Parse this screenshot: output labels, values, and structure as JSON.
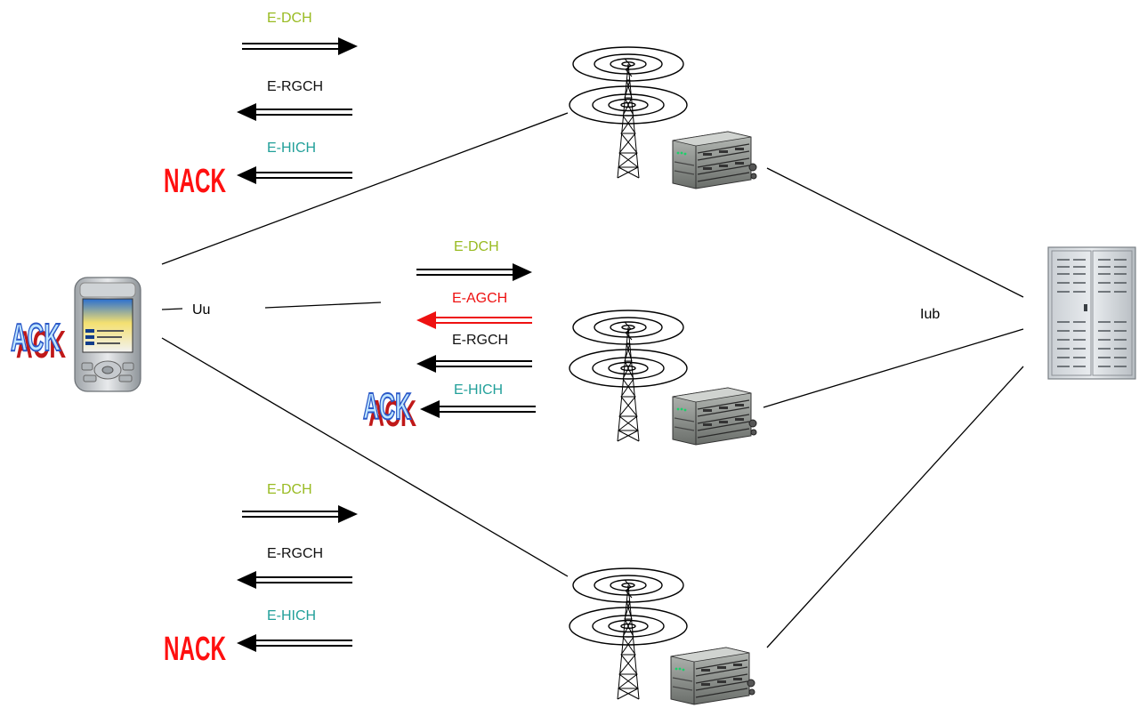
{
  "colors": {
    "edch": "#99bb22",
    "ergch": "#111111",
    "ehich": "#22a09a",
    "eagch": "#ee1111",
    "nack": "#ff1010",
    "ack_fill": "#bfe6ff",
    "ack_stroke": "#2a58c8",
    "ack_shadow": "#c01818",
    "line": "#000000"
  },
  "labels": {
    "uu": "Uu",
    "iub": "Iub",
    "edch": "E-DCH",
    "eagch": "E-AGCH",
    "ergch": "E-RGCH",
    "ehich": "E-HICH",
    "nack": "NACK",
    "ack": "ACK"
  },
  "icons": {
    "mobile": "mobile-phone-icon",
    "tower": "cell-tower-icon",
    "nodeb": "nodeb-equipment-icon",
    "rnc": "rnc-cabinet-icon"
  }
}
